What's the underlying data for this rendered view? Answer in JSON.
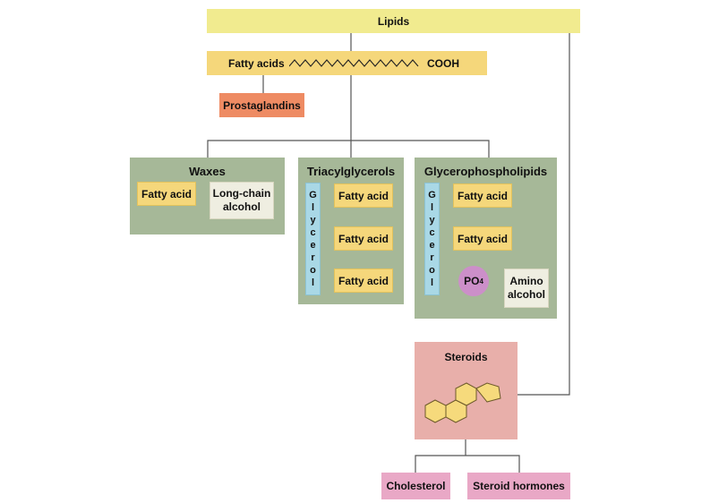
{
  "lipids": {
    "label": "Lipids"
  },
  "fatty_acids": {
    "label": "Fatty acids",
    "cooh": "COOH"
  },
  "prostaglandins": {
    "label": "Prostaglandins"
  },
  "waxes": {
    "title": "Waxes",
    "fatty_acid": "Fatty acid",
    "long_chain_alcohol": "Long-chain alcohol"
  },
  "triacylglycerols": {
    "title": "Triacylglycerols",
    "glycerol_letters": [
      "G",
      "l",
      "y",
      "c",
      "e",
      "r",
      "o",
      "l"
    ],
    "fatty_acids": [
      "Fatty acid",
      "Fatty acid",
      "Fatty acid"
    ]
  },
  "glycerophospholipids": {
    "title": "Glycerophospholipids",
    "glycerol_letters": [
      "G",
      "l",
      "y",
      "c",
      "e",
      "r",
      "o",
      "l"
    ],
    "fatty_acids": [
      "Fatty acid",
      "Fatty acid"
    ],
    "phosphate": "PO",
    "phosphate_sub": "4",
    "amino_alcohol": "Amino alcohol"
  },
  "steroids": {
    "title": "Steroids"
  },
  "cholesterol": {
    "label": "Cholesterol"
  },
  "steroid_hormones": {
    "label": "Steroid hormones"
  },
  "colors": {
    "lipids_bar": "#f1eb8f",
    "fatty_acid_box": "#f5d77b",
    "prostaglandins": "#ee8b63",
    "panel": "#a6b898",
    "glycerol": "#a9d8e6",
    "phosphate": "#cc8fc9",
    "alcohol_box": "#efeee1",
    "steroids_panel": "#e8afaa",
    "ring": "#f6da7c",
    "leaf": "#e9a8c6"
  }
}
